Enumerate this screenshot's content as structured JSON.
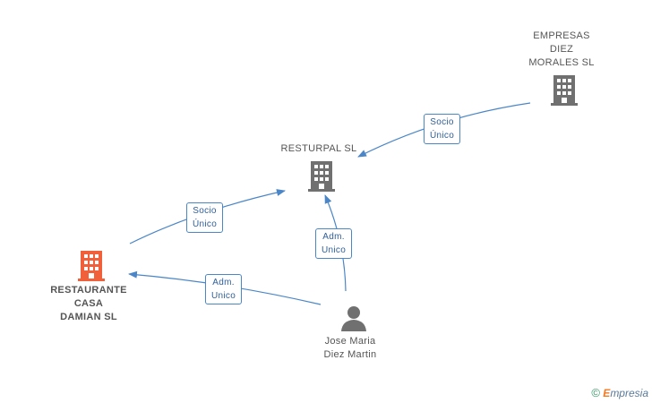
{
  "nodes": {
    "empresas": {
      "label": "EMPRESAS\nDIEZ\nMORALES SL"
    },
    "resturpal": {
      "label": "RESTURPAL SL"
    },
    "restaurante": {
      "label": "RESTAURANTE\nCASA\nDAMIAN SL"
    },
    "person": {
      "label": "Jose Maria\nDiez Martin"
    }
  },
  "edges": {
    "socio_unico_1": "Socio\nÚnico",
    "socio_unico_2": "Socio\nÚnico",
    "adm_unico_1": "Adm.\nUnico",
    "adm_unico_2": "Adm.\nUnico"
  },
  "colors": {
    "edge": "#4a86c8",
    "building": "#707070",
    "building_highlight": "#f0603a",
    "person": "#707070"
  },
  "footer": {
    "copyright": "©",
    "brand_initial": "E",
    "brand_rest": "mpresia"
  }
}
